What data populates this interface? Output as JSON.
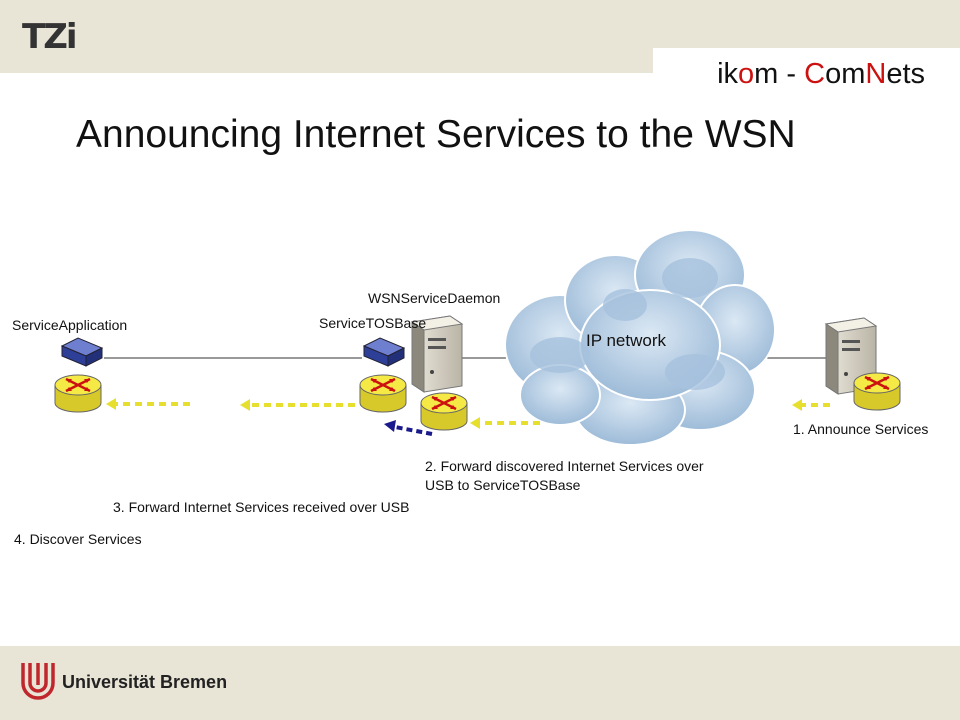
{
  "header": {
    "logo_text": "TZi",
    "org_parts": [
      "ik",
      "o",
      "m - ",
      "C",
      "om",
      "N",
      "ets"
    ]
  },
  "slide": {
    "title": "Announcing Internet Services to the WSN"
  },
  "diagram": {
    "labels": {
      "service_application": "ServiceApplication",
      "service_tos_base": "ServiceTOSBase",
      "wsn_service_daemon": "WSNServiceDaemon",
      "ip_network": "IP network",
      "step1": "1. Announce Services",
      "step2_line1": "2. Forward discovered Internet Services over",
      "step2_line2": "USB to ServiceTOSBase",
      "step3": "3. Forward Internet Services received over USB",
      "step4": "4. Discover Services"
    },
    "colors": {
      "router_yellow": "#f2e63a",
      "arrow_yellow": "#e8e030",
      "arrow_blue": "#1a1a8c",
      "cloud_blue": "#b7cfe6",
      "usb_stick": "#3a4fa8"
    }
  },
  "footer": {
    "university": "Universität Bremen",
    "logo_color": "#c0272d"
  }
}
